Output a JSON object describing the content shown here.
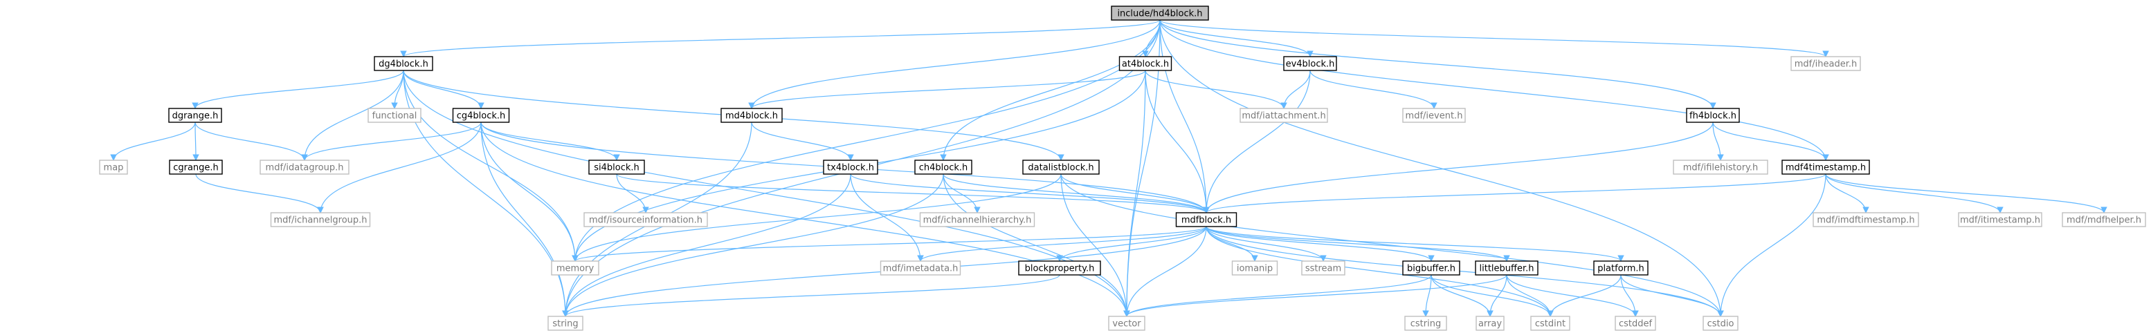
{
  "colors": {
    "edge": "#63b8ff",
    "root_fill": "#bfbfbf",
    "doc_fill": "#ffffff",
    "doc_stroke": "#000000",
    "ext_stroke": "#bfbfbf",
    "doc_text": "#000000",
    "ext_text": "#7a7a7a"
  },
  "nodes": {
    "root": {
      "label": "include/hd4block.h",
      "kind": "root"
    },
    "dg4block": {
      "label": "dg4block.h",
      "kind": "doc"
    },
    "at4block": {
      "label": "at4block.h",
      "kind": "doc"
    },
    "ev4block": {
      "label": "ev4block.h",
      "kind": "doc"
    },
    "iheader": {
      "label": "mdf/iheader.h",
      "kind": "ext"
    },
    "dgrange": {
      "label": "dgrange.h",
      "kind": "doc"
    },
    "functional": {
      "label": "functional",
      "kind": "ext"
    },
    "cg4block": {
      "label": "cg4block.h",
      "kind": "doc"
    },
    "md4block": {
      "label": "md4block.h",
      "kind": "doc"
    },
    "iattachment": {
      "label": "mdf/iattachment.h",
      "kind": "ext"
    },
    "ievent": {
      "label": "mdf/ievent.h",
      "kind": "ext"
    },
    "fh4block": {
      "label": "fh4block.h",
      "kind": "doc"
    },
    "map": {
      "label": "map",
      "kind": "ext"
    },
    "cgrange": {
      "label": "cgrange.h",
      "kind": "doc"
    },
    "idatagroup": {
      "label": "mdf/idatagroup.h",
      "kind": "ext"
    },
    "si4block": {
      "label": "si4block.h",
      "kind": "doc"
    },
    "tx4block": {
      "label": "tx4block.h",
      "kind": "doc"
    },
    "ch4block": {
      "label": "ch4block.h",
      "kind": "doc"
    },
    "datalistblock": {
      "label": "datalistblock.h",
      "kind": "doc"
    },
    "ifilehistory": {
      "label": "mdf/ifilehistory.h",
      "kind": "ext"
    },
    "mdf4timestamp": {
      "label": "mdf4timestamp.h",
      "kind": "doc"
    },
    "ichannelgroup": {
      "label": "mdf/ichannelgroup.h",
      "kind": "ext"
    },
    "isourceinformation": {
      "label": "mdf/isourceinformation.h",
      "kind": "ext"
    },
    "ichannelhierarchy": {
      "label": "mdf/ichannelhierarchy.h",
      "kind": "ext"
    },
    "mdfblock": {
      "label": "mdfblock.h",
      "kind": "doc"
    },
    "imdftimestamp": {
      "label": "mdf/imdftimestamp.h",
      "kind": "ext"
    },
    "itimestamp": {
      "label": "mdf/itimestamp.h",
      "kind": "ext"
    },
    "mdfhelper": {
      "label": "mdf/mdfhelper.h",
      "kind": "ext"
    },
    "memory": {
      "label": "memory",
      "kind": "ext"
    },
    "imetadata": {
      "label": "mdf/imetadata.h",
      "kind": "ext"
    },
    "blockproperty": {
      "label": "blockproperty.h",
      "kind": "doc"
    },
    "iomanip": {
      "label": "iomanip",
      "kind": "ext"
    },
    "sstream": {
      "label": "sstream",
      "kind": "ext"
    },
    "bigbuffer": {
      "label": "bigbuffer.h",
      "kind": "doc"
    },
    "littlebuffer": {
      "label": "littlebuffer.h",
      "kind": "doc"
    },
    "platform": {
      "label": "platform.h",
      "kind": "doc"
    },
    "string": {
      "label": "string",
      "kind": "ext"
    },
    "vector": {
      "label": "vector",
      "kind": "ext"
    },
    "cstring": {
      "label": "cstring",
      "kind": "ext"
    },
    "array": {
      "label": "array",
      "kind": "ext"
    },
    "cstdint": {
      "label": "cstdint",
      "kind": "ext"
    },
    "cstddef": {
      "label": "cstddef",
      "kind": "ext"
    },
    "cstdio": {
      "label": "cstdio",
      "kind": "ext"
    }
  },
  "edges": [
    [
      "root",
      "dg4block"
    ],
    [
      "root",
      "at4block"
    ],
    [
      "root",
      "ev4block"
    ],
    [
      "root",
      "iheader"
    ],
    [
      "root",
      "md4block"
    ],
    [
      "root",
      "ch4block"
    ],
    [
      "root",
      "fh4block"
    ],
    [
      "root",
      "mdf4timestamp"
    ],
    [
      "root",
      "mdfblock"
    ],
    [
      "root",
      "memory"
    ],
    [
      "root",
      "string"
    ],
    [
      "root",
      "vector"
    ],
    [
      "root",
      "cstdio"
    ],
    [
      "dg4block",
      "dgrange"
    ],
    [
      "dg4block",
      "functional"
    ],
    [
      "dg4block",
      "cg4block"
    ],
    [
      "dg4block",
      "idatagroup"
    ],
    [
      "dg4block",
      "datalistblock"
    ],
    [
      "dg4block",
      "memory"
    ],
    [
      "dg4block",
      "string"
    ],
    [
      "dg4block",
      "vector"
    ],
    [
      "dgrange",
      "map"
    ],
    [
      "dgrange",
      "cgrange"
    ],
    [
      "dgrange",
      "idatagroup"
    ],
    [
      "cgrange",
      "ichannelgroup"
    ],
    [
      "cg4block",
      "idatagroup"
    ],
    [
      "cg4block",
      "si4block"
    ],
    [
      "cg4block",
      "ichannelgroup"
    ],
    [
      "cg4block",
      "mdfblock"
    ],
    [
      "cg4block",
      "memory"
    ],
    [
      "cg4block",
      "string"
    ],
    [
      "cg4block",
      "vector"
    ],
    [
      "si4block",
      "isourceinformation"
    ],
    [
      "si4block",
      "mdfblock"
    ],
    [
      "at4block",
      "md4block"
    ],
    [
      "at4block",
      "iattachment"
    ],
    [
      "at4block",
      "mdfblock"
    ],
    [
      "at4block",
      "memory"
    ],
    [
      "at4block",
      "vector"
    ],
    [
      "md4block",
      "tx4block"
    ],
    [
      "md4block",
      "string"
    ],
    [
      "tx4block",
      "mdfblock"
    ],
    [
      "tx4block",
      "imetadata"
    ],
    [
      "tx4block",
      "string"
    ],
    [
      "ev4block",
      "iattachment"
    ],
    [
      "ev4block",
      "ievent"
    ],
    [
      "ev4block",
      "mdfblock"
    ],
    [
      "ch4block",
      "ichannelhierarchy"
    ],
    [
      "ch4block",
      "mdfblock"
    ],
    [
      "ch4block",
      "string"
    ],
    [
      "ch4block",
      "vector"
    ],
    [
      "datalistblock",
      "mdfblock"
    ],
    [
      "datalistblock",
      "memory"
    ],
    [
      "datalistblock",
      "vector"
    ],
    [
      "datalistblock",
      "cstdio"
    ],
    [
      "fh4block",
      "ifilehistory"
    ],
    [
      "fh4block",
      "mdf4timestamp"
    ],
    [
      "fh4block",
      "mdfblock"
    ],
    [
      "mdf4timestamp",
      "mdfblock"
    ],
    [
      "mdf4timestamp",
      "imdftimestamp"
    ],
    [
      "mdf4timestamp",
      "itimestamp"
    ],
    [
      "mdf4timestamp",
      "mdfhelper"
    ],
    [
      "mdf4timestamp",
      "cstdio"
    ],
    [
      "mdfblock",
      "memory"
    ],
    [
      "mdfblock",
      "imetadata"
    ],
    [
      "mdfblock",
      "blockproperty"
    ],
    [
      "mdfblock",
      "iomanip"
    ],
    [
      "mdfblock",
      "sstream"
    ],
    [
      "mdfblock",
      "bigbuffer"
    ],
    [
      "mdfblock",
      "littlebuffer"
    ],
    [
      "mdfblock",
      "platform"
    ],
    [
      "mdfblock",
      "string"
    ],
    [
      "mdfblock",
      "vector"
    ],
    [
      "mdfblock",
      "cstdint"
    ],
    [
      "mdfblock",
      "cstdio"
    ],
    [
      "blockproperty",
      "string"
    ],
    [
      "bigbuffer",
      "cstring"
    ],
    [
      "bigbuffer",
      "array"
    ],
    [
      "bigbuffer",
      "cstdint"
    ],
    [
      "bigbuffer",
      "vector"
    ],
    [
      "littlebuffer",
      "array"
    ],
    [
      "littlebuffer",
      "cstdint"
    ],
    [
      "littlebuffer",
      "cstddef"
    ],
    [
      "littlebuffer",
      "vector"
    ],
    [
      "platform",
      "cstdint"
    ],
    [
      "platform",
      "cstddef"
    ],
    [
      "platform",
      "cstdio"
    ]
  ]
}
